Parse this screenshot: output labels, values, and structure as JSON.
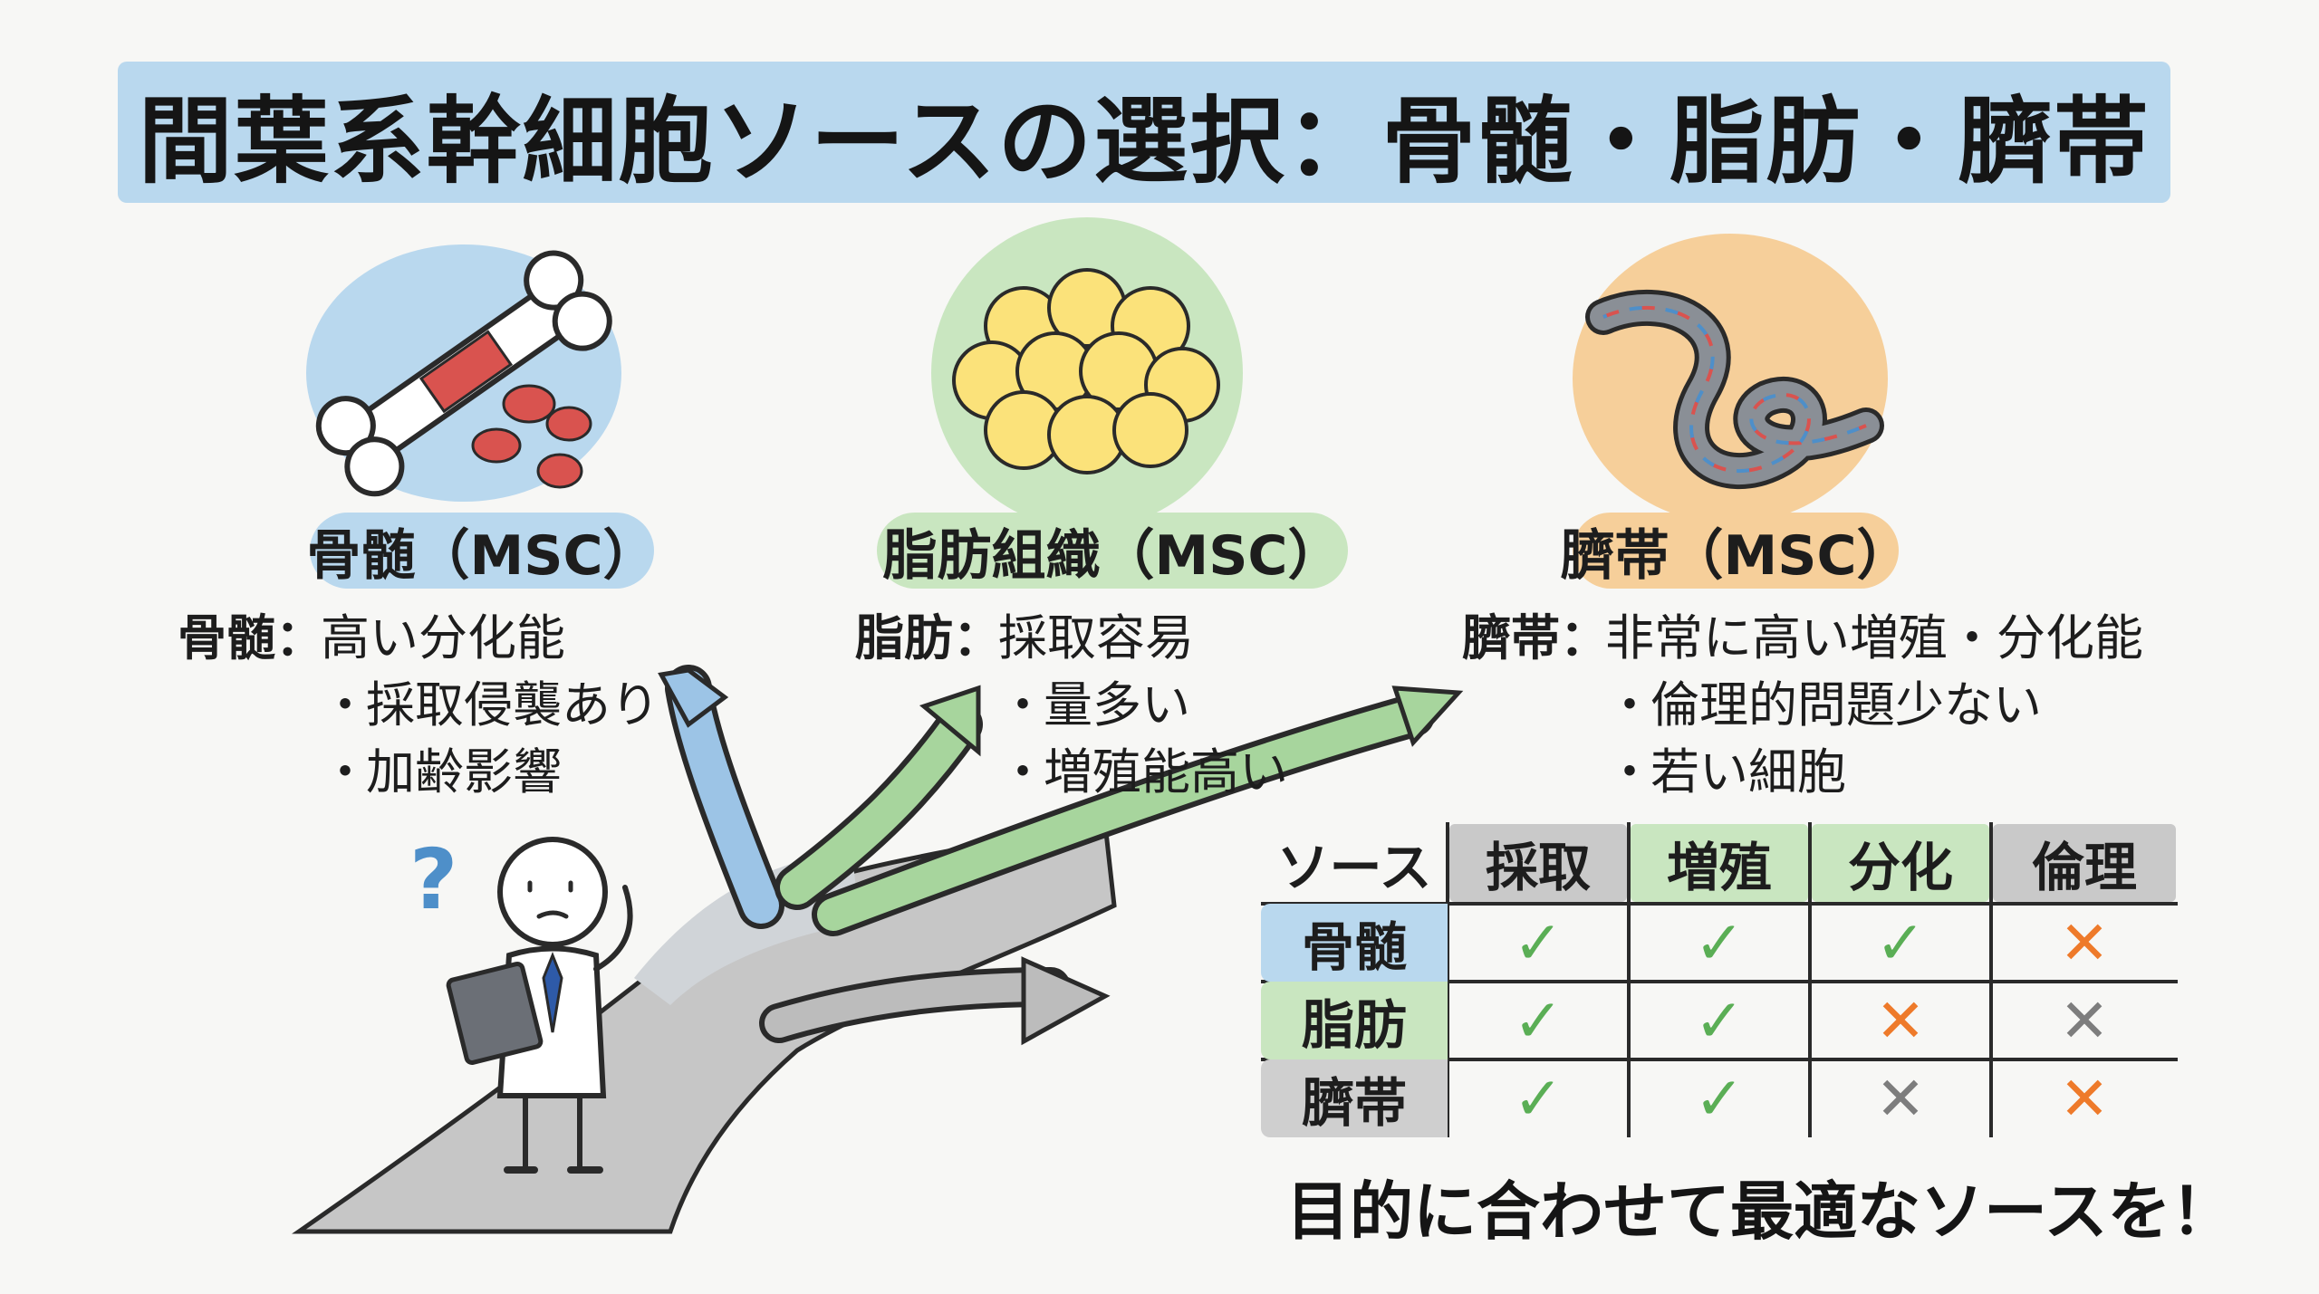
{
  "title": "間葉系幹細胞ソースの選択：骨髄・脂肪・臍帯",
  "colors": {
    "title_bg": "#b9d8ee",
    "bone_blue": "#b9d8ee",
    "fat_green": "#c9e6c0",
    "cord_orange": "#f6cf9a",
    "check_green": "#5aae55",
    "cross_orange": "#ee7a2a",
    "cross_gray": "#7d7d7d"
  },
  "sources": [
    {
      "key": "bone",
      "label": "骨髄（MSC）",
      "icon": "bone-marrow-icon",
      "name": "骨髄",
      "points": [
        "高い分化能",
        "採取侵襲あり",
        "加齢影響"
      ]
    },
    {
      "key": "fat",
      "label": "脂肪組織（MSC）",
      "icon": "fat-tissue-icon",
      "name": "脂肪",
      "points": [
        "採取容易",
        "量多い",
        "増殖能高い"
      ]
    },
    {
      "key": "cord",
      "label": "臍帯（MSC）",
      "icon": "umbilical-cord-icon",
      "name": "臍帯",
      "points": [
        "非常に高い増殖・分化能",
        "倫理的問題少ない",
        "若い細胞"
      ]
    }
  ],
  "question_mark": "?",
  "table": {
    "columns": [
      "ソース",
      "採取",
      "増殖",
      "分化",
      "倫理"
    ],
    "rows": [
      {
        "name": "骨髄",
        "marks": [
          "✓",
          "✓",
          "✓",
          "✕"
        ]
      },
      {
        "name": "脂肪",
        "marks": [
          "✓",
          "✓",
          "✕",
          "✕"
        ]
      },
      {
        "name": "臍帯",
        "marks": [
          "✓",
          "✓",
          "✕",
          "✕"
        ]
      }
    ]
  },
  "footer": "目的に合わせて最適なソースを！"
}
